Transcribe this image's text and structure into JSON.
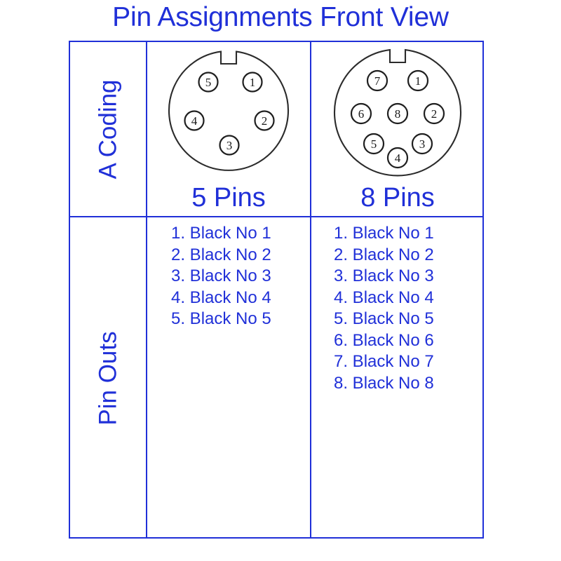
{
  "title": "Pin Assignments Front View",
  "colors": {
    "accent_blue": "#2030d8",
    "outline_dark": "#2b2b2b",
    "background": "#ffffff"
  },
  "table": {
    "row_labels": [
      {
        "key": "coding",
        "label": "A Coding"
      },
      {
        "key": "pinouts",
        "label": "Pin Outs"
      }
    ],
    "connectors": [
      {
        "key": "5pin",
        "caption": "5 Pins",
        "pin_count": 5,
        "has_center_pin": false,
        "keyway": "top-notch",
        "pins": [
          {
            "number": "1",
            "position": "upper-right"
          },
          {
            "number": "2",
            "position": "right"
          },
          {
            "number": "3",
            "position": "bottom-center"
          },
          {
            "number": "4",
            "position": "left"
          },
          {
            "number": "5",
            "position": "upper-left"
          }
        ],
        "pinouts": [
          "1. Black No 1",
          "2. Black No 2",
          "3. Black No 3",
          "4. Black No 4",
          "5. Black No 5"
        ]
      },
      {
        "key": "8pin",
        "caption": "8 Pins",
        "pin_count": 8,
        "has_center_pin": true,
        "keyway": "top-notch",
        "pins": [
          {
            "number": "1",
            "position": "upper-right"
          },
          {
            "number": "2",
            "position": "right"
          },
          {
            "number": "3",
            "position": "lower-right"
          },
          {
            "number": "4",
            "position": "bottom"
          },
          {
            "number": "5",
            "position": "lower-left"
          },
          {
            "number": "6",
            "position": "left"
          },
          {
            "number": "7",
            "position": "upper-left"
          },
          {
            "number": "8",
            "position": "center"
          }
        ],
        "pinouts": [
          "1. Black No 1",
          "2. Black No 2",
          "3. Black No 3",
          "4. Black No 4",
          "5. Black No 5",
          "6. Black No 6",
          "7. Black No 7",
          "8. Black No 8"
        ]
      }
    ]
  }
}
